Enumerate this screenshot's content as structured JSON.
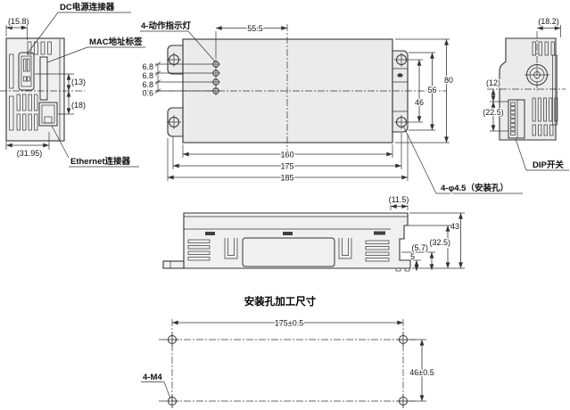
{
  "views": {
    "left": {
      "label_dc": "DC电源连接器",
      "label_mac": "MAC地址标签",
      "label_eth": "Ethernet连接器",
      "dim_top": "(15.8)",
      "dim_13": "(13)",
      "dim_18": "(18)",
      "dim_depth": "(31.95)"
    },
    "front": {
      "label_leds": "4-动作指示灯",
      "label_holes": "4-φ4.5（安装孔）",
      "dim_55_5": "55.5",
      "dim_68a": "6.8",
      "dim_68b": "6.8",
      "dim_68c": "6.8",
      "dim_06": "0.6",
      "dim_160": "160",
      "dim_175": "175",
      "dim_185": "185",
      "dim_46": "46",
      "dim_56": "56",
      "dim_80": "80"
    },
    "right": {
      "label_dip": "DIP开关",
      "dim_top": "(18.2)",
      "dim_12": "(12)",
      "dim_225": "(22.5)"
    },
    "bottom": {
      "dim_115": "(11.5)",
      "dim_43": "43",
      "dim_325": "(32.5)",
      "dim_57": "(5.7)",
      "dim_5": "5"
    },
    "mounting": {
      "title": "安装孔加工尺寸",
      "label_m4": "4-M4",
      "dim_x": "175±0.5",
      "dim_y": "46±0.5"
    }
  }
}
